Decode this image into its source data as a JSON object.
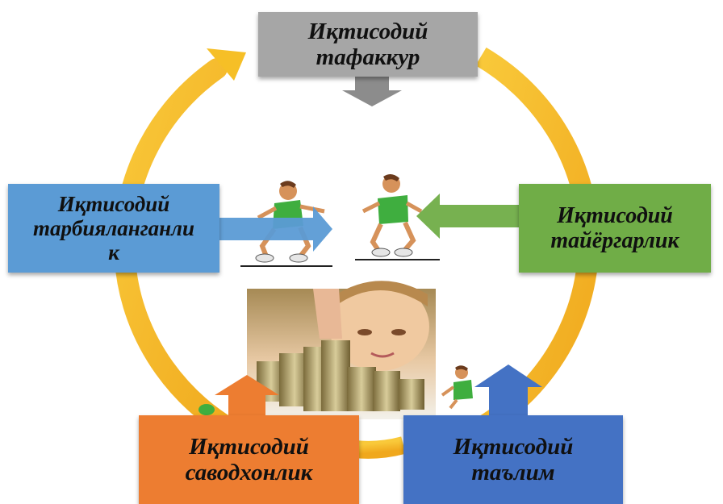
{
  "diagram": {
    "nodes": {
      "top": {
        "line1": "Иқтисодий",
        "line2": "тафаккур",
        "color": "#a6a6a6"
      },
      "left": {
        "line1": "Иқтисодий",
        "line2": "тарбияланганли",
        "line3": "к",
        "color": "#5b9bd5"
      },
      "right": {
        "line1": "Иқтисодий",
        "line2": "тайёргарлик",
        "color": "#70ad47"
      },
      "bottom_left": {
        "line1": "Иқтисодий",
        "line2": "саводхонлик",
        "color": "#ed7d31"
      },
      "bottom_right": {
        "line1": "Иқтисодий",
        "line2": "таълим",
        "color": "#4472c4"
      }
    },
    "cycle_color": "#f6bf26",
    "images": [
      "boy-running-left-figure",
      "boy-running-right-figure",
      "child-stacking-coins-photo",
      "boy-small-figure"
    ]
  }
}
